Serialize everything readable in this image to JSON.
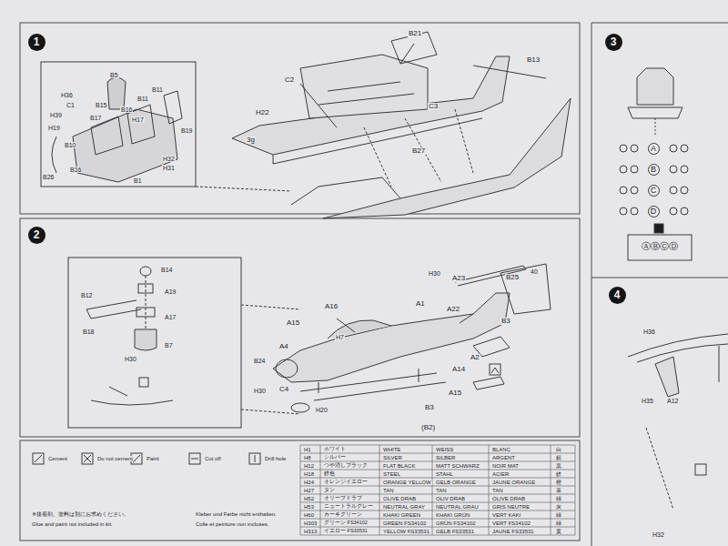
{
  "diagram": {
    "nodes": [
      {
        "text": [
          "1"
        ]
      },
      {
        "text": [
          "2"
        ]
      },
      {
        "text": [
          "3"
        ]
      },
      {
        "text": [
          "4"
        ]
      },
      {
        "text": [
          "A"
        ]
      },
      {
        "text": [
          "B"
        ]
      },
      {
        "text": [
          "C"
        ]
      },
      {
        "text": [
          "D"
        ]
      }
    ],
    "labels": [
      "B21",
      "C2",
      "C3",
      "B13",
      "H22",
      "3g",
      "B27",
      "B5",
      "H36",
      "C1",
      "H39",
      "B15",
      "B16",
      "B17",
      "B11",
      "B11",
      "H17",
      "H19",
      "B10",
      "B19",
      "H32",
      "H31",
      "B26",
      "B16",
      "B1",
      "B14",
      "A19",
      "A17",
      "B12",
      "B18",
      "B7",
      "H30",
      "A16",
      "A15",
      "H30",
      "A23",
      "A22",
      "B25",
      "40",
      "A1",
      "B3",
      "H7",
      "A4",
      "B24",
      "C4",
      "H30",
      "A2",
      "A14",
      "A15",
      "B3",
      "(B2)",
      "H20",
      "ⒶⒷⒸⒹ",
      "H36",
      "H35",
      "A12",
      "H32",
      "※接着剤、塗料は別にお求めください。",
      "Glue and paint not included in kit.",
      "Kleber und Farbe nicht enthalten.",
      "Colle et peinture non incluses.",
      "Cement",
      "Do not cement",
      "Paint",
      "Cut off",
      "Drill hole",
      "H1",
      "ホワイト",
      "WHITE",
      "WEISS",
      "BLANC",
      "白",
      "H8",
      "シルバー",
      "SILVER",
      "SILBER",
      "ARGENT",
      "銀",
      "H12",
      "つや消しブラック",
      "FLAT BLACK",
      "MATT SCHWARZ",
      "NOIR MAT",
      "黒",
      "H18",
      "鉄色",
      "STEEL",
      "STAHL",
      "ACIER",
      "鉄",
      "H24",
      "オレンジイエロー",
      "ORANGE YELLOW",
      "GELB ORANGE",
      "JAUNE ORANGE",
      "橙",
      "H27",
      "タン",
      "TAN",
      "TAN",
      "TAN",
      "茶",
      "H52",
      "オリーブドラブ",
      "OLIVE DRAB",
      "OLIV DRAB",
      "OLIVE DRAB",
      "緑",
      "H53",
      "ニュートラルグレー",
      "NEUTRAL GRAY",
      "NEUTRAL GRAU",
      "GRIS NEUTRE",
      "灰",
      "H60",
      "カーキグリーン",
      "KHAKI GREEN",
      "KHAKI GRÜN",
      "VERT KAKI",
      "緑",
      "H303",
      "グリーン FS34102",
      "GREEN FS34102",
      "GRÜN FS34102",
      "VERT FS34102",
      "緑",
      "H313",
      "イエロー FS33531",
      "YELLOW FS33531",
      "GELB FS33531",
      "JAUNE FS33531",
      "黄"
    ]
  }
}
